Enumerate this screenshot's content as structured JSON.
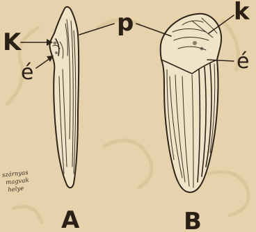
{
  "labels": {
    "k_left": "K",
    "e_left": "é",
    "p": "p",
    "k_right": "k",
    "e_right": "é",
    "seed_A": "A",
    "seed_B": "B"
  },
  "margin_note": [
    "szárnyas",
    "magvak",
    "helye"
  ]
}
